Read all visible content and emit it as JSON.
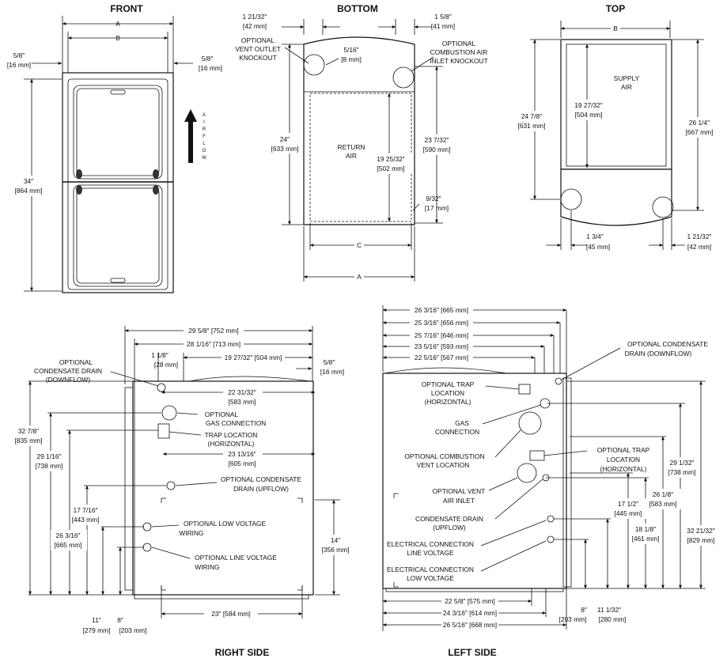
{
  "titles": {
    "front": "FRONT",
    "bottom": "BOTTOM",
    "top": "TOP",
    "right": "RIGHT SIDE",
    "left": "LEFT SIDE"
  },
  "front": {
    "a": "A",
    "b": "B",
    "side_in": "5/8″",
    "side_mm": "[16 mm]",
    "side2_in": "5/8″",
    "side2_mm": "[16 mm]",
    "height_in": "34″",
    "height_mm": "[864 mm]",
    "airflow": [
      "A",
      "I",
      "R",
      "F",
      "L",
      "O",
      "W"
    ]
  },
  "bottom": {
    "l_in": "1 21/32″",
    "l_mm": "[42 mm]",
    "r_in": "1 5/8″",
    "r_mm": "[41 mm]",
    "vent1": "OPTIONAL",
    "vent2": "VENT OUTLET",
    "vent3": "KNOCKOUT",
    "air1": "OPTIONAL",
    "air2": "COMBUSTION AIR",
    "air3": "INLET KNOCKOUT",
    "small_in": "5/16″",
    "small_mm": "[8 mm]",
    "h_in": "24″",
    "h_mm": "[633 mm]",
    "ret1": "RETURN",
    "ret2": "AIR",
    "in_in": "19 25/32″",
    "in_mm": "[502 mm]",
    "r2_in": "23 7/32″",
    "r2_mm": "[590 mm]",
    "nine_in": "9/32″",
    "nine_mm": "[17 mm]",
    "c": "C",
    "a": "A"
  },
  "top": {
    "b": "B",
    "supply1": "SUPPLY",
    "supply2": "AIR",
    "l_in": "24 7/8″",
    "l_mm": "[631 mm]",
    "m_in": "19 27/32″",
    "m_mm": "[504 mm]",
    "r_in": "26 1/4″",
    "r_mm": "[667 mm]",
    "b1_in": "1 3/4″",
    "b1_mm": "[45 mm]",
    "b2_in": "1 21/32″",
    "b2_mm": "[42 mm]"
  },
  "right": {
    "w1": "29 5/8″ [752 mm]",
    "w2": "28 1/16″ [713 mm]",
    "w3": "19 27/32″ [504 mm]",
    "s_in": "1 1/8″",
    "s_mm": "[28 mm]",
    "e_in": "5/8″",
    "e_mm": "[16 mm]",
    "cd1": "OPTIONAL",
    "cd2": "CONDENSATE DRAIN",
    "cd3": "(DOWNFLOW)",
    "d1_in": "22 31/32″",
    "d1_mm": "[583 mm]",
    "gas1": "OPTIONAL",
    "gas2": "GAS CONNECTION",
    "trap1": "TRAP LOCATION",
    "trap2": "(HORIZONTAL)",
    "d2_in": "23 13/16″",
    "d2_mm": "[605 mm]",
    "h1_in": "32 7/8″",
    "h1_mm": "[835 mm]",
    "h2_in": "29 1/16″",
    "h2_mm": "[738 mm]",
    "up1": "OPTIONAL CONDENSATE",
    "up2": "DRAIN (UPFLOW)",
    "h3_in": "17 7/16″",
    "h3_mm": "[443 mm]",
    "lv1": "OPTIONAL LOW VOLTAGE",
    "lv2": "WIRING",
    "h4_in": "26 3/16″",
    "h4_mm": "[665 mm]",
    "lin1": "OPTIONAL LINE VOLTAGE",
    "lin2": "WIRING",
    "h5_in": "14″",
    "h5_mm": "[356 mm]",
    "b1_in": "11″",
    "b1_mm": "[279 mm]",
    "b2_in": "8″",
    "b2_mm": "[203 mm]",
    "bw": "23″ [584 mm]"
  },
  "left": {
    "w1": "26 3/16″ [665 mm]",
    "w2": "25 3/16″ [656 mm]",
    "w3": "25 7/16″ [646 mm]",
    "w4": "23 5/16″ [593 mm]",
    "w5": "22 5/16″ [567 mm]",
    "cd1": "OPTIONAL CONDENSATE",
    "cd2": "DRAIN (DOWNFLOW)",
    "ot1": "OPTIONAL TRAP",
    "ot2": "LOCATION",
    "ot3": "(HORIZONTAL)",
    "gas1": "GAS",
    "gas2": "CONNECTION",
    "cv1": "OPTIONAL COMBUSTION",
    "cv2": "VENT LOCATION",
    "otr1": "OPTIONAL TRAP",
    "otr2": "LOCATION",
    "otr3": "(HORIZONTAL)",
    "h1_in": "29 1/32″",
    "h1_mm": "[738 mm]",
    "va1": "OPTIONAL VENT",
    "va2": "AIR INLET",
    "h2_in": "17 1/2″",
    "h2_mm": "[445 mm]",
    "h3_in": "26 1/8″",
    "h3_mm": "[583 mm]",
    "h4_in": "32 21/32″",
    "h4_mm": "[829 mm]",
    "cdu1": "CONDENSATE DRAIN",
    "cdu2": "(UPFLOW)",
    "h5_in": "18 1/8″",
    "h5_mm": "[461 mm]",
    "el1": "ELECTRICAL CONNECTION",
    "el2": "LINE VOLTAGE",
    "ell1": "ELECTRICAL CONNECTION",
    "ell2": "LOW VOLTAGE",
    "b1": "22 5/8″ [575 mm]",
    "b2": "24 3/16″ [614 mm]",
    "b3": "26 5/16″ [668 mm]",
    "b4_in": "8″",
    "b4_mm": "[203 mm]",
    "b5_in": "11 1/32″",
    "b5_mm": "[280 mm]"
  }
}
